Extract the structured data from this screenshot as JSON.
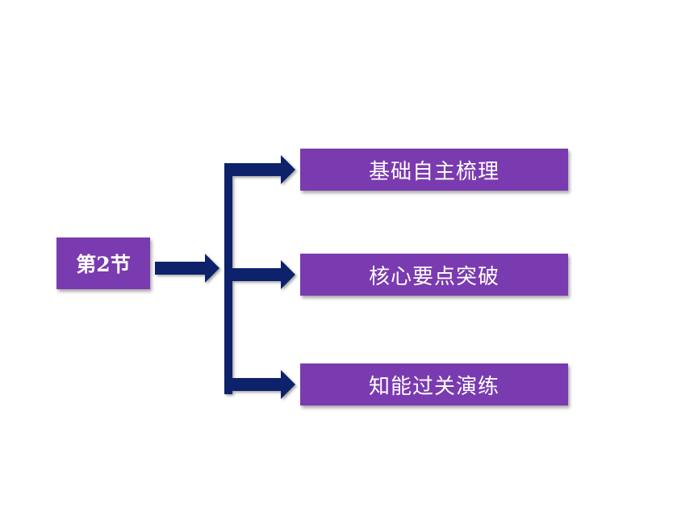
{
  "section": {
    "label": "第2节"
  },
  "items": [
    {
      "label": "基础自主梳理"
    },
    {
      "label": "核心要点突破"
    },
    {
      "label": "知能过关演练"
    }
  ],
  "colors": {
    "box_fill": "#7a3ab0",
    "box_text": "#ffffff",
    "arrow_fill": "#10206a"
  }
}
